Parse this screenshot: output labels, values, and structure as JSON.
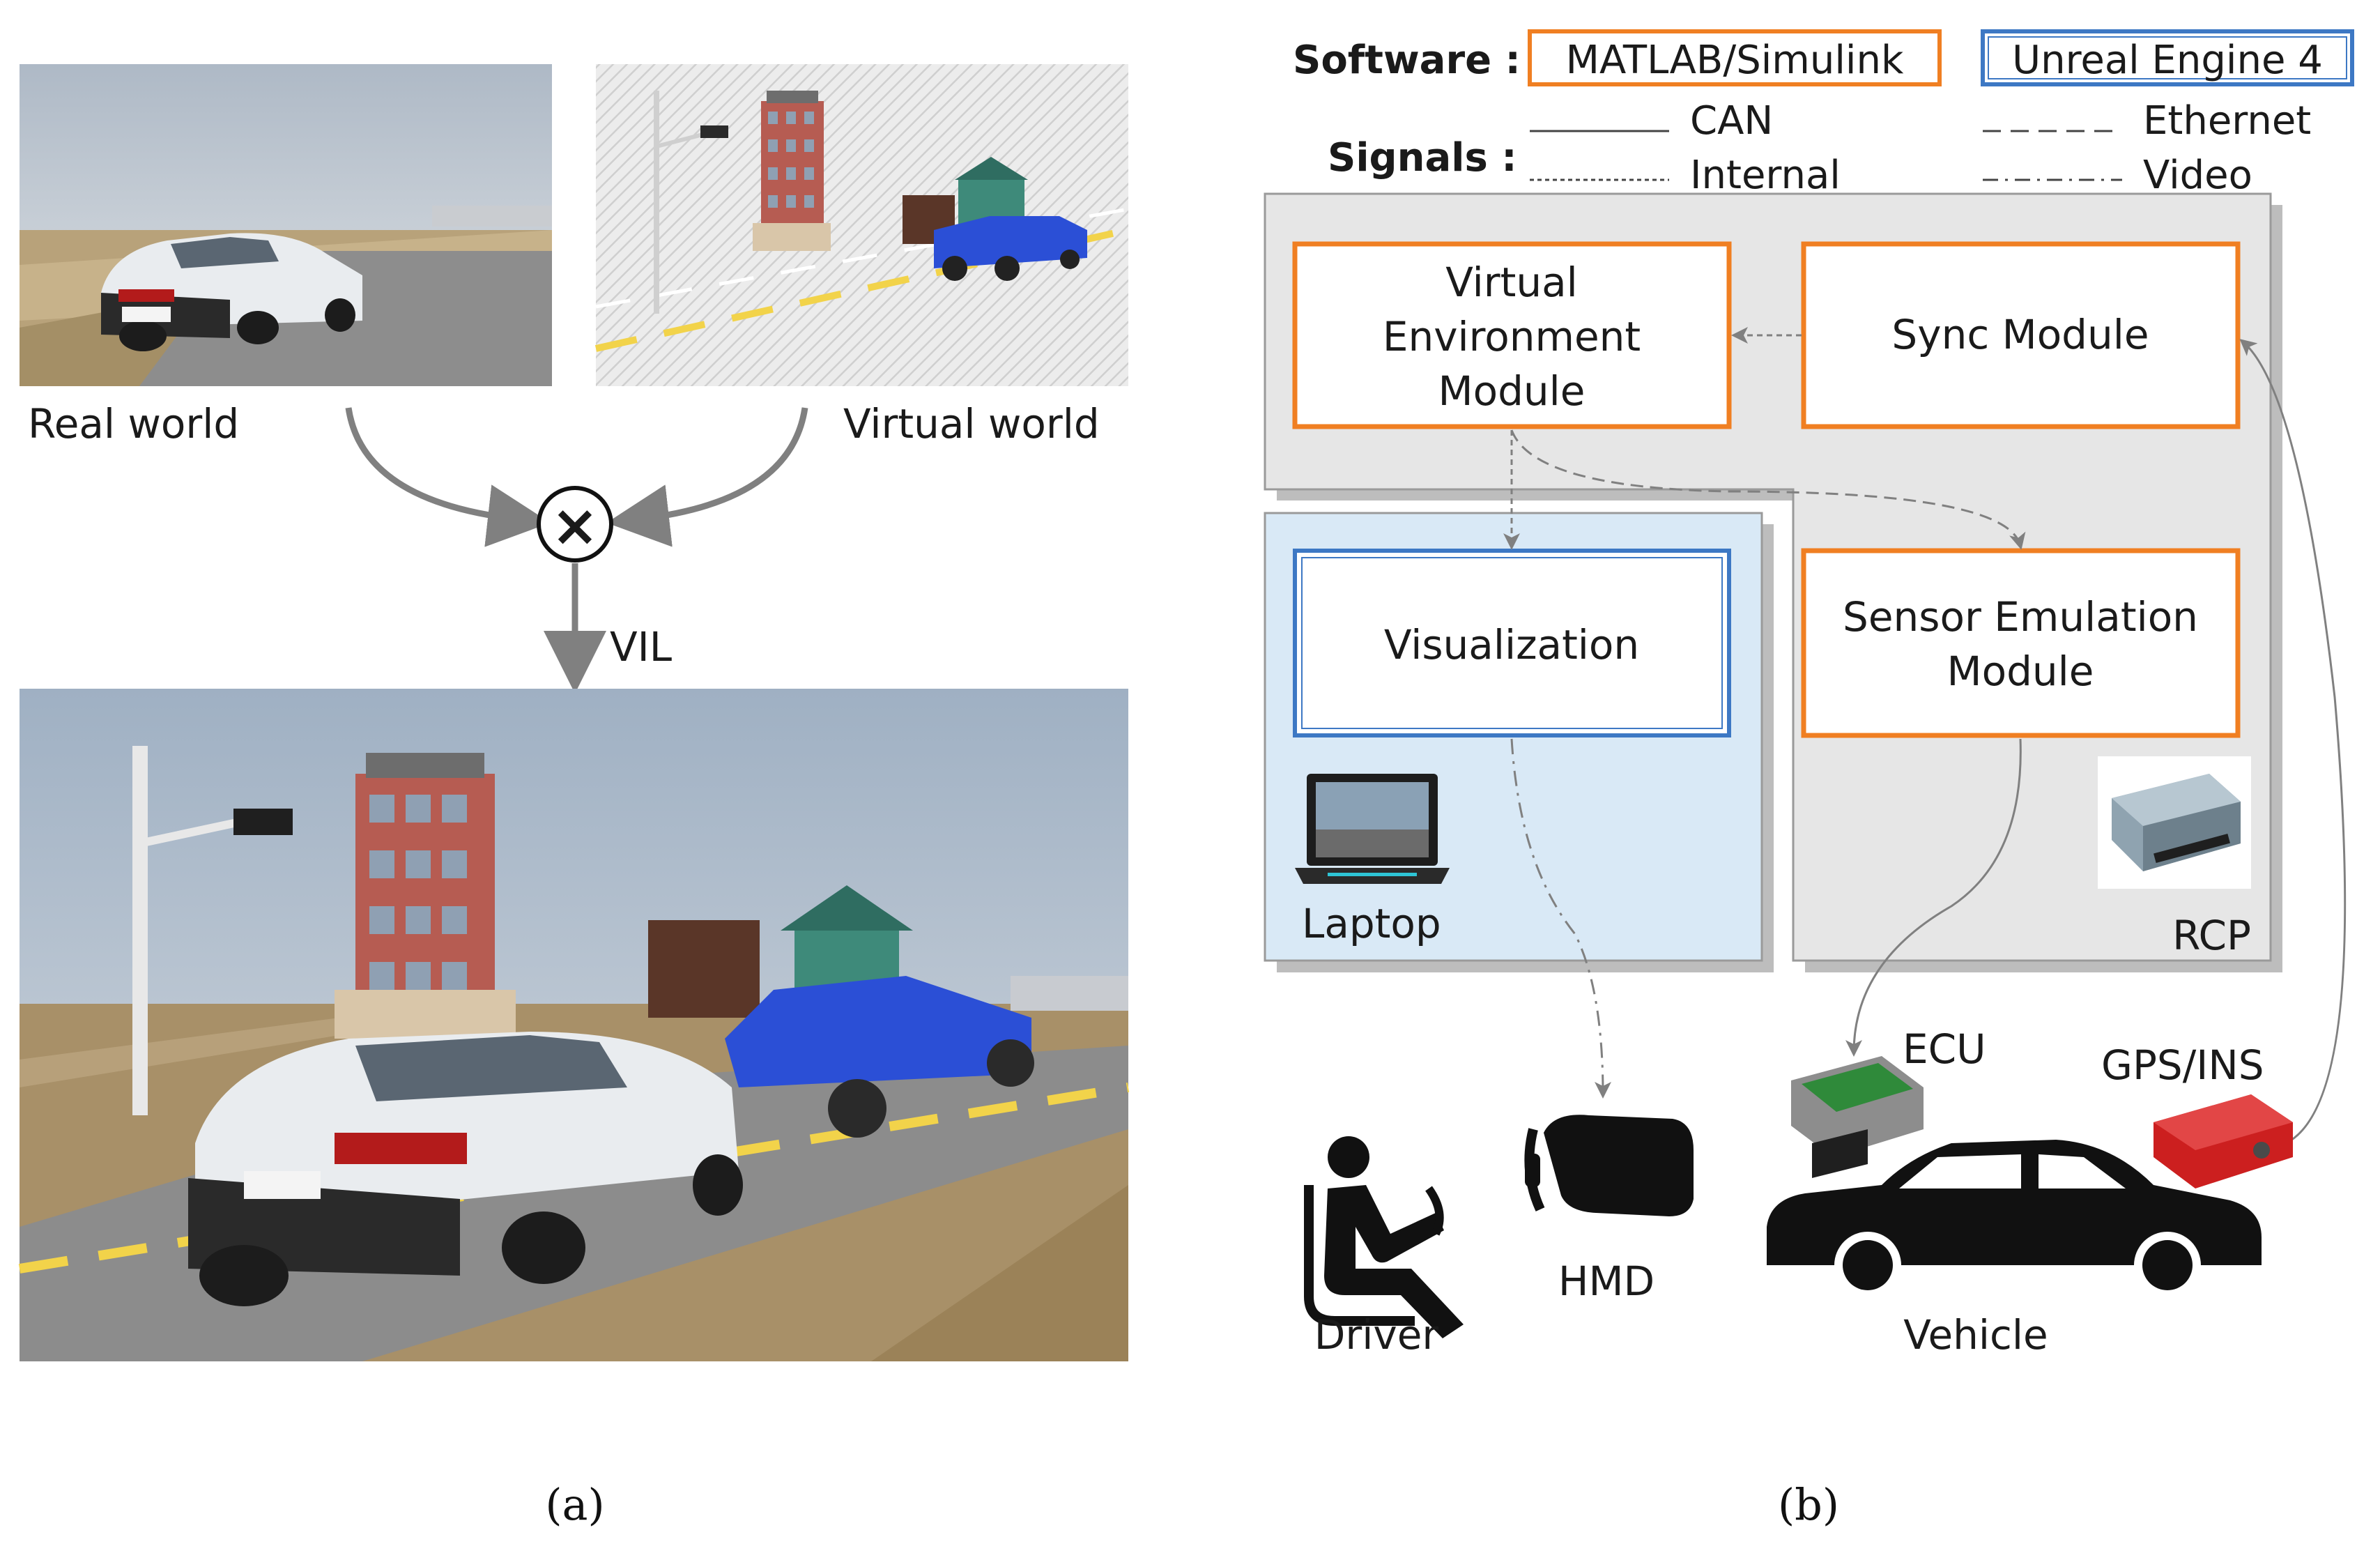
{
  "panel_a": {
    "real_world_label": "Real world",
    "virtual_world_label": "Virtual world",
    "combine_symbol": "×",
    "vil_label": "VIL",
    "caption": "(a)"
  },
  "panel_b": {
    "legend": {
      "software_label": "Software :",
      "matlab_label": "MATLAB/Simulink",
      "unreal_label": "Unreal Engine 4",
      "signals_label": "Signals :",
      "can_label": "CAN",
      "ethernet_label": "Ethernet",
      "internal_label": "Internal",
      "video_label": "Video"
    },
    "modules": {
      "virtual_env_line1": "Virtual",
      "virtual_env_line2": "Environment",
      "virtual_env_line3": "Module",
      "sync": "Sync Module",
      "visualization": "Visualization",
      "sensor_line1": "Sensor Emulation",
      "sensor_line2": "Module"
    },
    "devices": {
      "laptop": "Laptop",
      "rcp": "RCP",
      "ecu": "ECU",
      "gps": "GPS/INS",
      "hmd": "HMD",
      "driver": "Driver",
      "vehicle": "Vehicle"
    },
    "caption": "(b)"
  },
  "colors": {
    "matlab_border": "#f07f22",
    "unreal_border": "#3d78c4",
    "laptop_panel": "#d9e9f6",
    "gray_panel": "#e6e6e6",
    "arrow_gray": "#7f7f7f",
    "gps_red": "#cc1f1f"
  }
}
